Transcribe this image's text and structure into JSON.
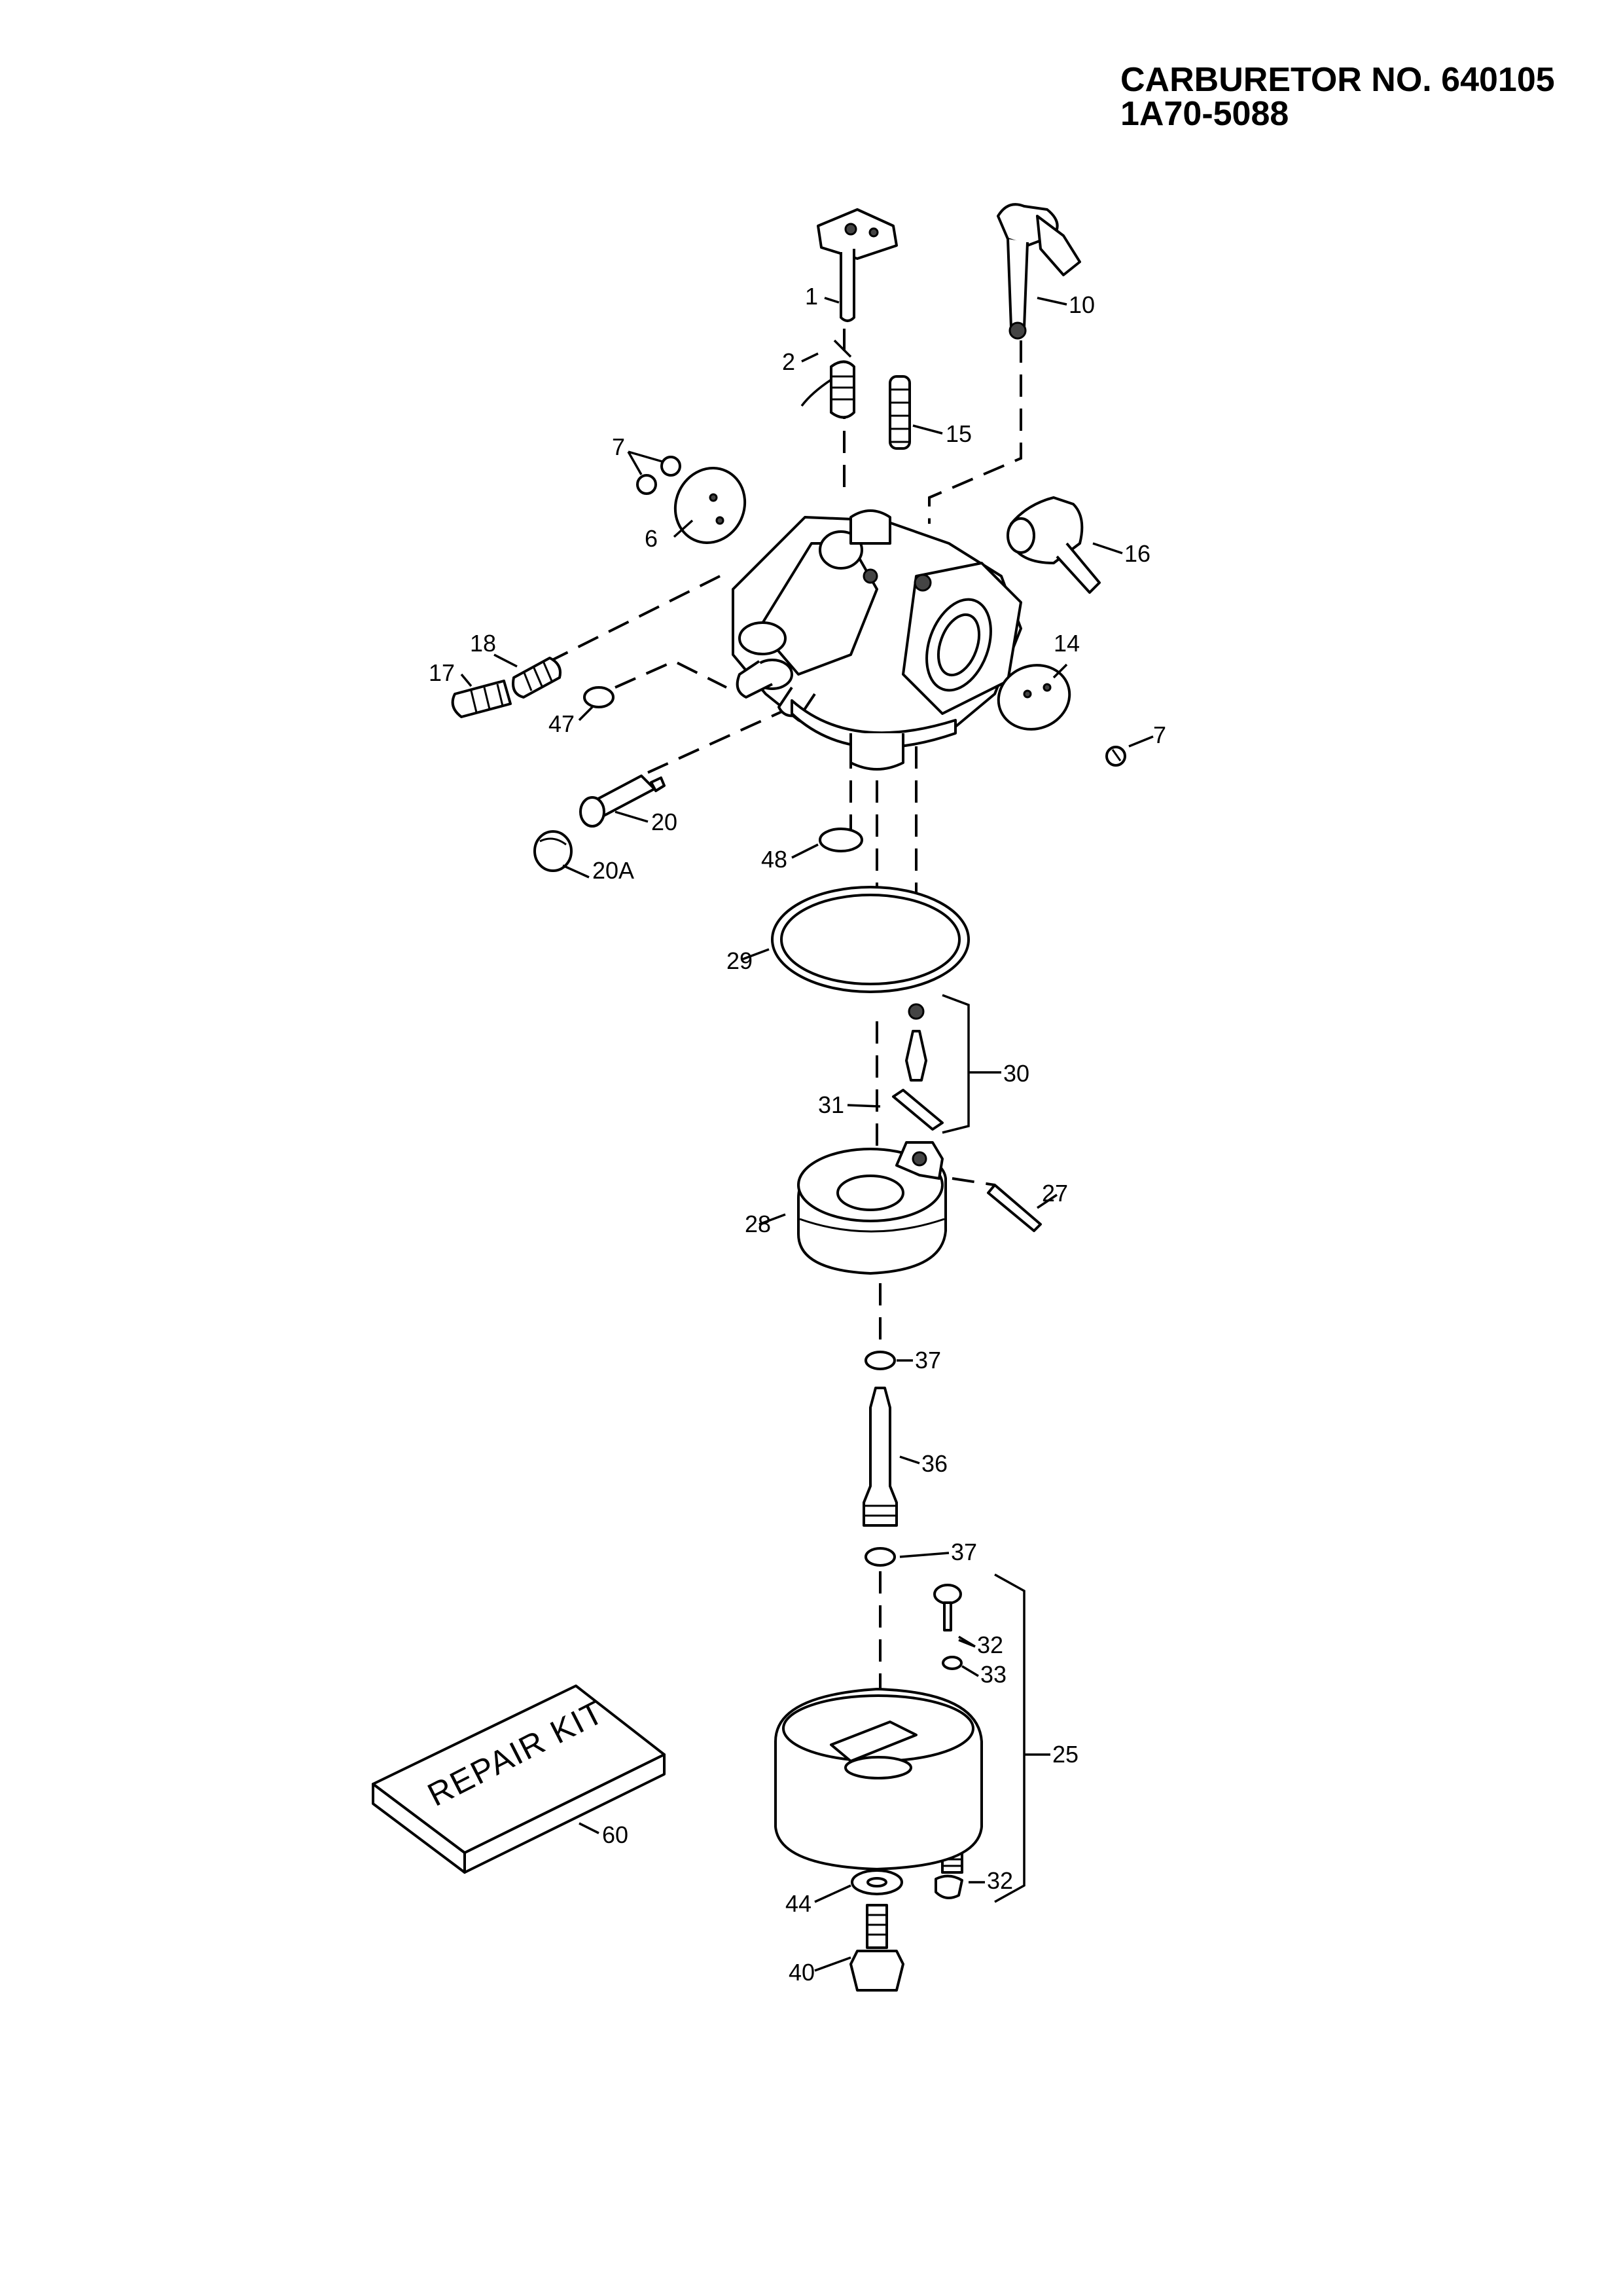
{
  "header": {
    "title": "CARBURETOR NO. 640105",
    "subtitle": "1A70-5088"
  },
  "repair_kit": {
    "text": "REPAIR KIT"
  },
  "callouts": [
    {
      "id": "1",
      "label": "1"
    },
    {
      "id": "2",
      "label": "2"
    },
    {
      "id": "6",
      "label": "6"
    },
    {
      "id": "7a",
      "label": "7"
    },
    {
      "id": "7b",
      "label": "7"
    },
    {
      "id": "10",
      "label": "10"
    },
    {
      "id": "14",
      "label": "14"
    },
    {
      "id": "15",
      "label": "15"
    },
    {
      "id": "16",
      "label": "16"
    },
    {
      "id": "17",
      "label": "17"
    },
    {
      "id": "18",
      "label": "18"
    },
    {
      "id": "20",
      "label": "20"
    },
    {
      "id": "20A",
      "label": "20A"
    },
    {
      "id": "25",
      "label": "25"
    },
    {
      "id": "27",
      "label": "27"
    },
    {
      "id": "28",
      "label": "28"
    },
    {
      "id": "29",
      "label": "29"
    },
    {
      "id": "30",
      "label": "30"
    },
    {
      "id": "31",
      "label": "31"
    },
    {
      "id": "32a",
      "label": "32"
    },
    {
      "id": "32b",
      "label": "32"
    },
    {
      "id": "33",
      "label": "33"
    },
    {
      "id": "36",
      "label": "36"
    },
    {
      "id": "37a",
      "label": "37"
    },
    {
      "id": "37b",
      "label": "37"
    },
    {
      "id": "40",
      "label": "40"
    },
    {
      "id": "44",
      "label": "44"
    },
    {
      "id": "47",
      "label": "47"
    },
    {
      "id": "48",
      "label": "48"
    },
    {
      "id": "60",
      "label": "60"
    }
  ]
}
